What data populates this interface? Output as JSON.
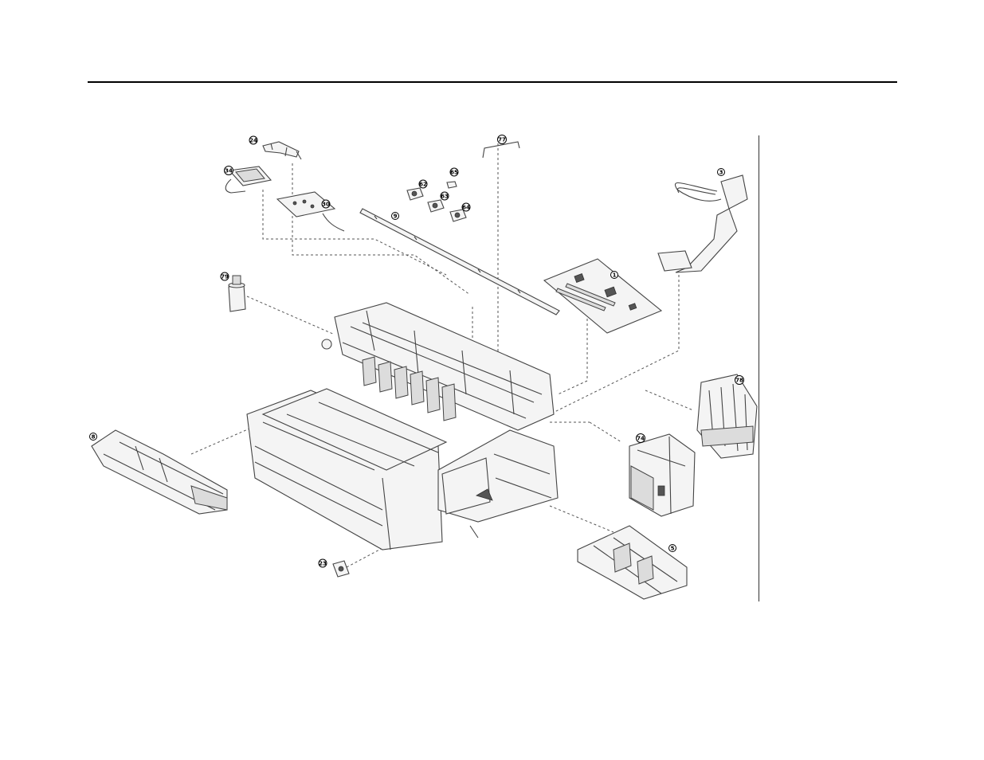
{
  "callouts": {
    "c24": "24",
    "c34": "34",
    "c30": "30",
    "c77": "77",
    "c65": "65",
    "c62": "62",
    "c63": "63",
    "c64": "64",
    "c9": "9",
    "c3": "3",
    "c1": "1",
    "c79": "79",
    "c78": "78",
    "c74": "74",
    "c8": "8",
    "c5": "5",
    "c23": "23"
  }
}
